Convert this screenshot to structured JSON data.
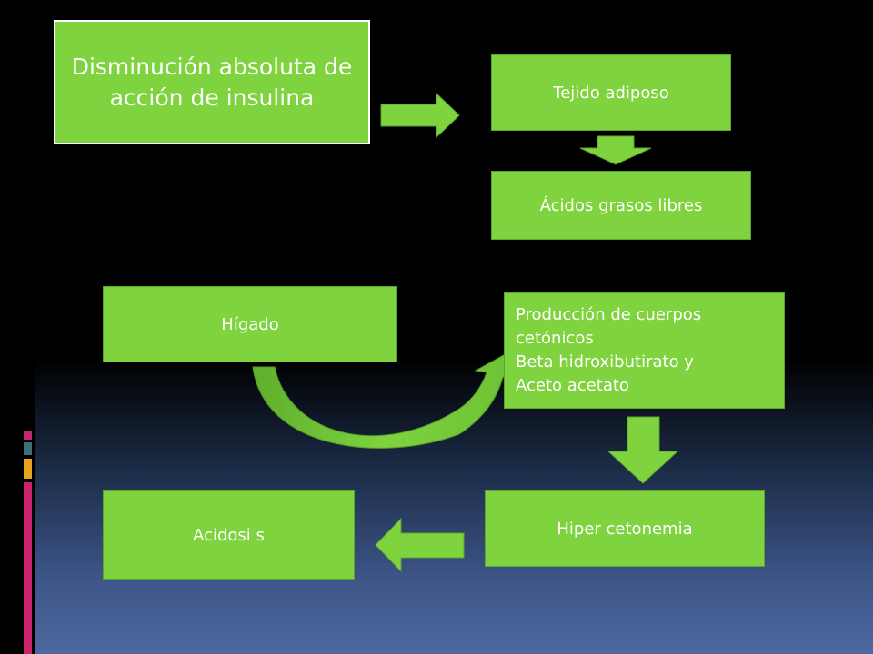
{
  "diagram": {
    "nodes": {
      "insulin": "Disminución absoluta de acción de insulina",
      "adipose": "Tejido adiposo",
      "fatty_acids": "Ácidos grasos libres",
      "liver": "Hígado",
      "ketone_production_line1": "Producción de cuerpos",
      "ketone_production_line2": "cetónicos",
      "ketone_production_line3": "Beta hidroxibutirato y",
      "ketone_production_line4": "Aceto acetato",
      "hyperketonemia": "Hiper cetonemia",
      "acidosis": "Acidosi s"
    },
    "edges": [
      {
        "from": "insulin",
        "to": "adipose"
      },
      {
        "from": "adipose",
        "to": "fatty_acids"
      },
      {
        "from": "liver",
        "to": "ketone_production"
      },
      {
        "from": "ketone_production",
        "to": "hyperketonemia"
      },
      {
        "from": "hyperketonemia",
        "to": "acidosis"
      }
    ]
  },
  "colors": {
    "box_fill": "#7ed33e",
    "arrow_fill": "#7ed33e",
    "text": "#ffffff",
    "accent_magenta": "#c8246e",
    "accent_teal": "#3e6e78",
    "accent_gold": "#e8a41c"
  }
}
